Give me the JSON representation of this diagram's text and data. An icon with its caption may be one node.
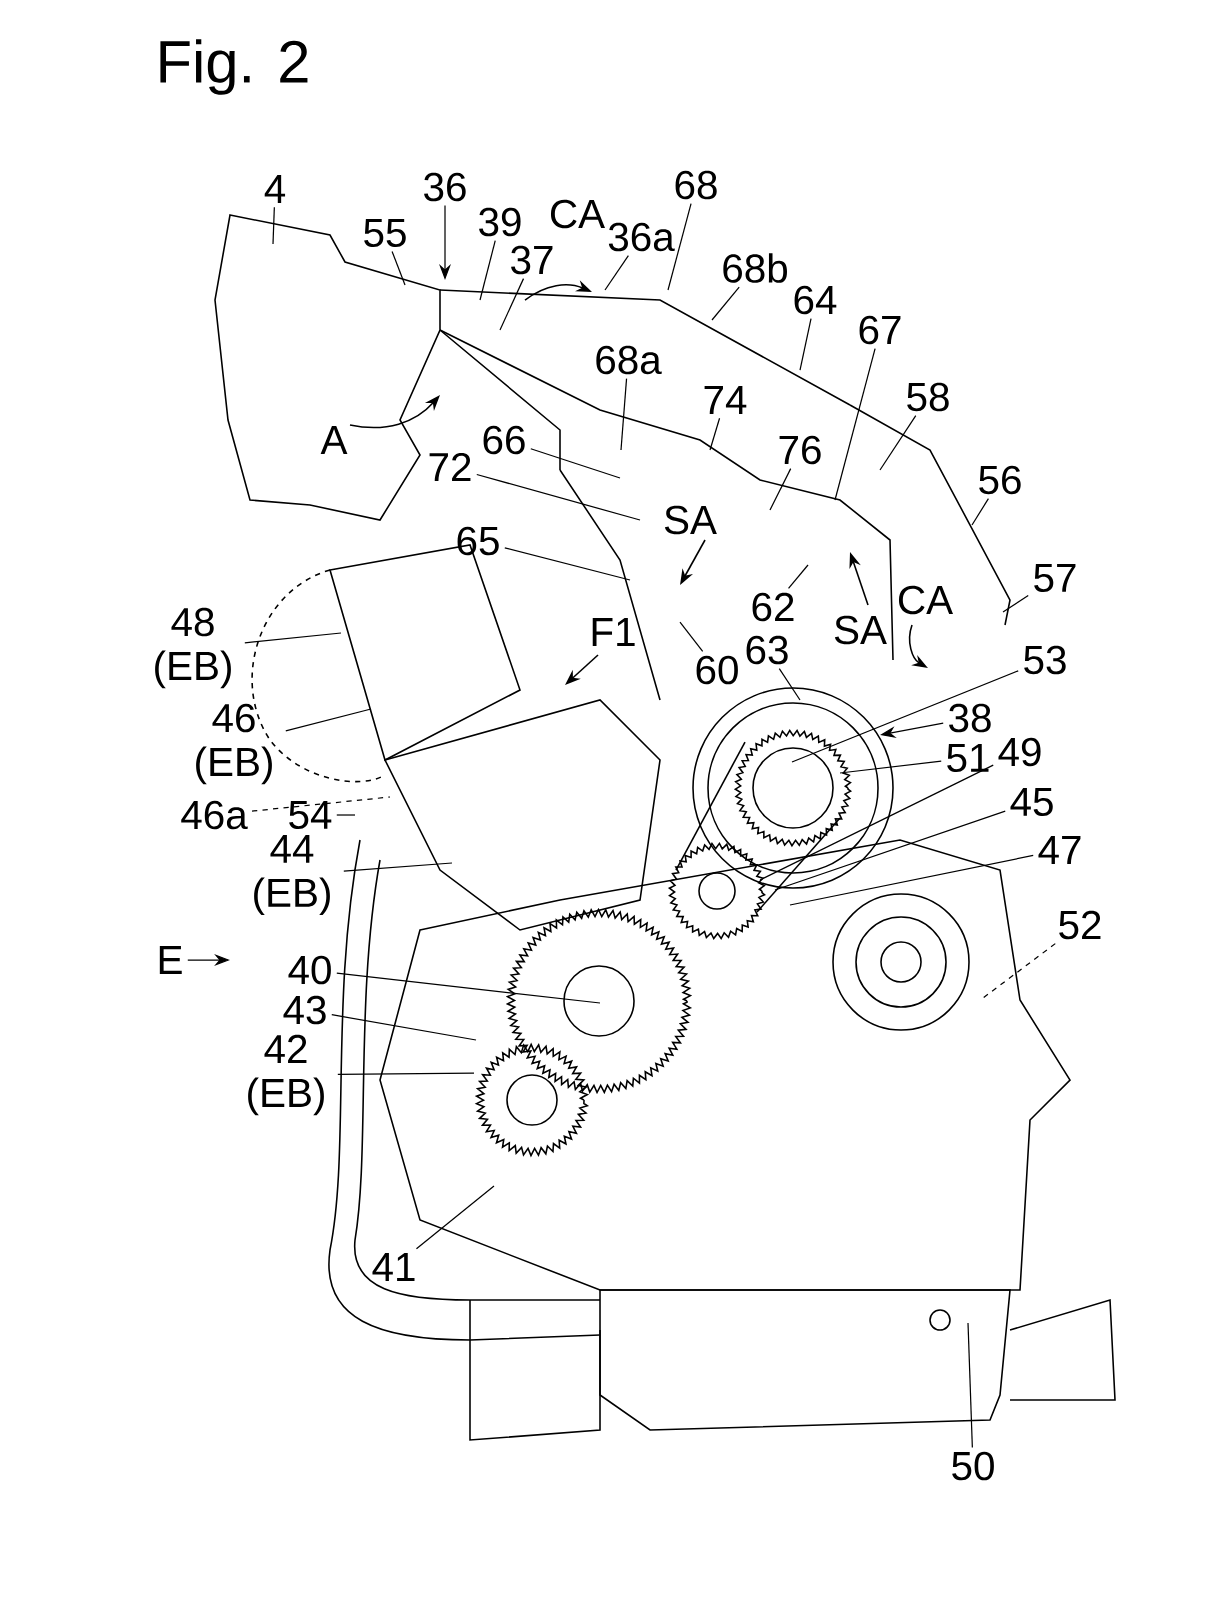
{
  "diagram": {
    "title": "Fig. 2",
    "nodes": [
      {
        "text": [
          "4"
        ]
      },
      {
        "text": [
          "36"
        ]
      },
      {
        "text": [
          "55"
        ]
      },
      {
        "text": [
          "39"
        ]
      },
      {
        "text": [
          "37"
        ]
      },
      {
        "text": [
          "36a"
        ]
      },
      {
        "text": [
          "68"
        ]
      },
      {
        "text": [
          "68b"
        ]
      },
      {
        "text": [
          "68a"
        ]
      },
      {
        "text": [
          "74"
        ]
      },
      {
        "text": [
          "64"
        ]
      },
      {
        "text": [
          "67"
        ]
      },
      {
        "text": [
          "76"
        ]
      },
      {
        "text": [
          "58"
        ]
      },
      {
        "text": [
          "66"
        ]
      },
      {
        "text": [
          "72"
        ]
      },
      {
        "text": [
          "65"
        ]
      },
      {
        "text": [
          "56"
        ]
      },
      {
        "text": [
          "57"
        ]
      },
      {
        "text": [
          "62"
        ]
      },
      {
        "text": [
          "48 (EB)"
        ]
      },
      {
        "text": [
          "63"
        ]
      },
      {
        "text": [
          "60"
        ]
      },
      {
        "text": [
          "53"
        ]
      },
      {
        "text": [
          "46 (EB)"
        ]
      },
      {
        "text": [
          "38"
        ]
      },
      {
        "text": [
          "51"
        ]
      },
      {
        "text": [
          "49"
        ]
      },
      {
        "text": [
          "46a"
        ]
      },
      {
        "text": [
          "54"
        ]
      },
      {
        "text": [
          "45"
        ]
      },
      {
        "text": [
          "47"
        ]
      },
      {
        "text": [
          "44 (EB)"
        ]
      },
      {
        "text": [
          "E"
        ]
      },
      {
        "text": [
          "52"
        ]
      },
      {
        "text": [
          "40"
        ]
      },
      {
        "text": [
          "43"
        ]
      },
      {
        "text": [
          "42 (EB)"
        ]
      },
      {
        "text": [
          "41"
        ]
      },
      {
        "text": [
          "50"
        ]
      }
    ],
    "edges": [
      {
        "from": 0,
        "to": null,
        "arrow": "none"
      },
      {
        "from": 1,
        "to": null,
        "arrow": "to"
      },
      {
        "from": 2,
        "to": null,
        "arrow": "none"
      },
      {
        "from": 3,
        "to": null,
        "arrow": "none"
      },
      {
        "from": 4,
        "to": null,
        "arrow": "none"
      },
      {
        "from": 5,
        "to": null,
        "arrow": "none"
      },
      {
        "from": 6,
        "to": null,
        "arrow": "none"
      },
      {
        "from": 7,
        "to": null,
        "arrow": "none"
      },
      {
        "from": 8,
        "to": null,
        "arrow": "none"
      },
      {
        "from": 9,
        "to": null,
        "arrow": "none"
      },
      {
        "from": 10,
        "to": null,
        "arrow": "none"
      },
      {
        "from": 11,
        "to": null,
        "arrow": "none"
      },
      {
        "from": 12,
        "to": null,
        "arrow": "none"
      },
      {
        "from": 13,
        "to": null,
        "arrow": "none"
      },
      {
        "from": 14,
        "to": null,
        "arrow": "none"
      },
      {
        "from": 15,
        "to": null,
        "arrow": "none"
      },
      {
        "from": 16,
        "to": null,
        "arrow": "none"
      },
      {
        "from": 17,
        "to": null,
        "arrow": "none"
      },
      {
        "from": 18,
        "to": null,
        "arrow": "none"
      },
      {
        "from": 19,
        "to": null,
        "arrow": "none"
      },
      {
        "from": 20,
        "to": null,
        "arrow": "none"
      },
      {
        "from": 21,
        "to": null,
        "arrow": "none"
      },
      {
        "from": 22,
        "to": null,
        "arrow": "none"
      },
      {
        "from": 23,
        "to": null,
        "arrow": "none"
      },
      {
        "from": 24,
        "to": null,
        "arrow": "none"
      },
      {
        "from": 25,
        "to": null,
        "arrow": "to"
      },
      {
        "from": 26,
        "to": null,
        "arrow": "none"
      },
      {
        "from": 27,
        "to": null,
        "arrow": "none"
      },
      {
        "from": 28,
        "to": null,
        "arrow": "none",
        "style": "dashed"
      },
      {
        "from": 29,
        "to": null,
        "arrow": "none"
      },
      {
        "from": 30,
        "to": null,
        "arrow": "none"
      },
      {
        "from": 31,
        "to": null,
        "arrow": "none"
      },
      {
        "from": 32,
        "to": null,
        "arrow": "none"
      },
      {
        "from": 33,
        "to": null,
        "arrow": "to"
      },
      {
        "from": 34,
        "to": null,
        "arrow": "none",
        "style": "dashed"
      },
      {
        "from": 35,
        "to": null,
        "arrow": "none"
      },
      {
        "from": 36,
        "to": null,
        "arrow": "none"
      },
      {
        "from": 37,
        "to": null,
        "arrow": "none"
      },
      {
        "from": 38,
        "to": null,
        "arrow": "none"
      },
      {
        "from": 39,
        "to": null,
        "arrow": "none"
      }
    ],
    "labels": [
      "CA",
      "A",
      "SA",
      "CA",
      "SA",
      "F1"
    ]
  }
}
